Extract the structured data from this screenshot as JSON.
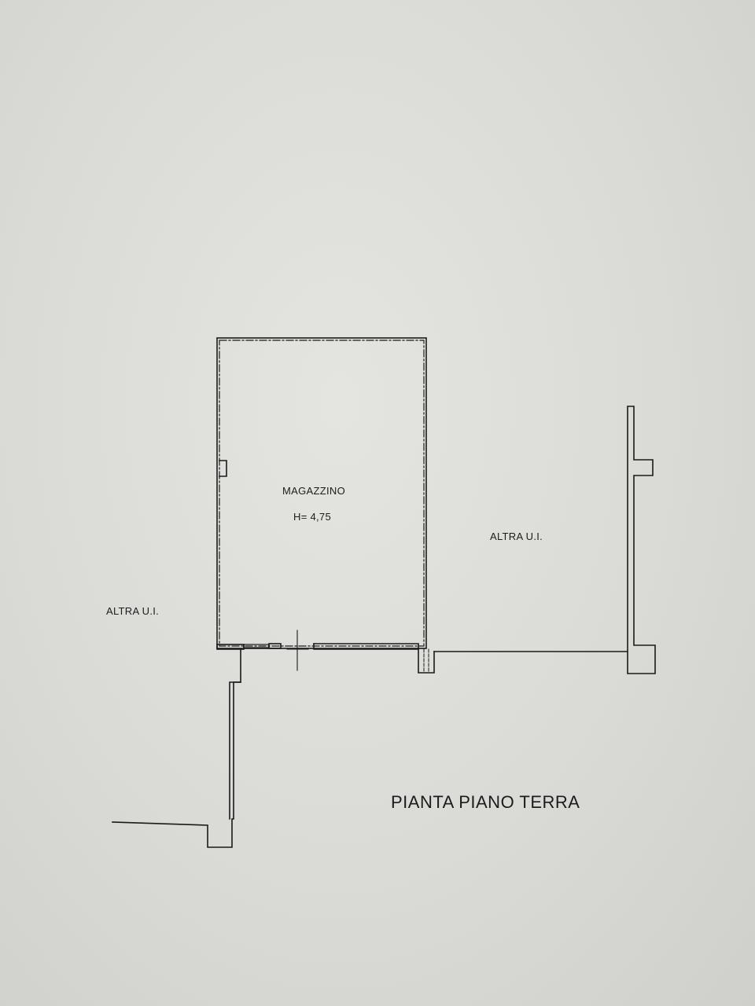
{
  "plan": {
    "title": "PIANTA PIANO TERRA",
    "room": {
      "name": "MAGAZZINO",
      "height_label": "H= 4,75"
    },
    "neighbor_left": "ALTRA U.I.",
    "neighbor_right": "ALTRA U.I.",
    "colors": {
      "paper": "#dcdcd8",
      "line": "#1a1a1a"
    }
  }
}
